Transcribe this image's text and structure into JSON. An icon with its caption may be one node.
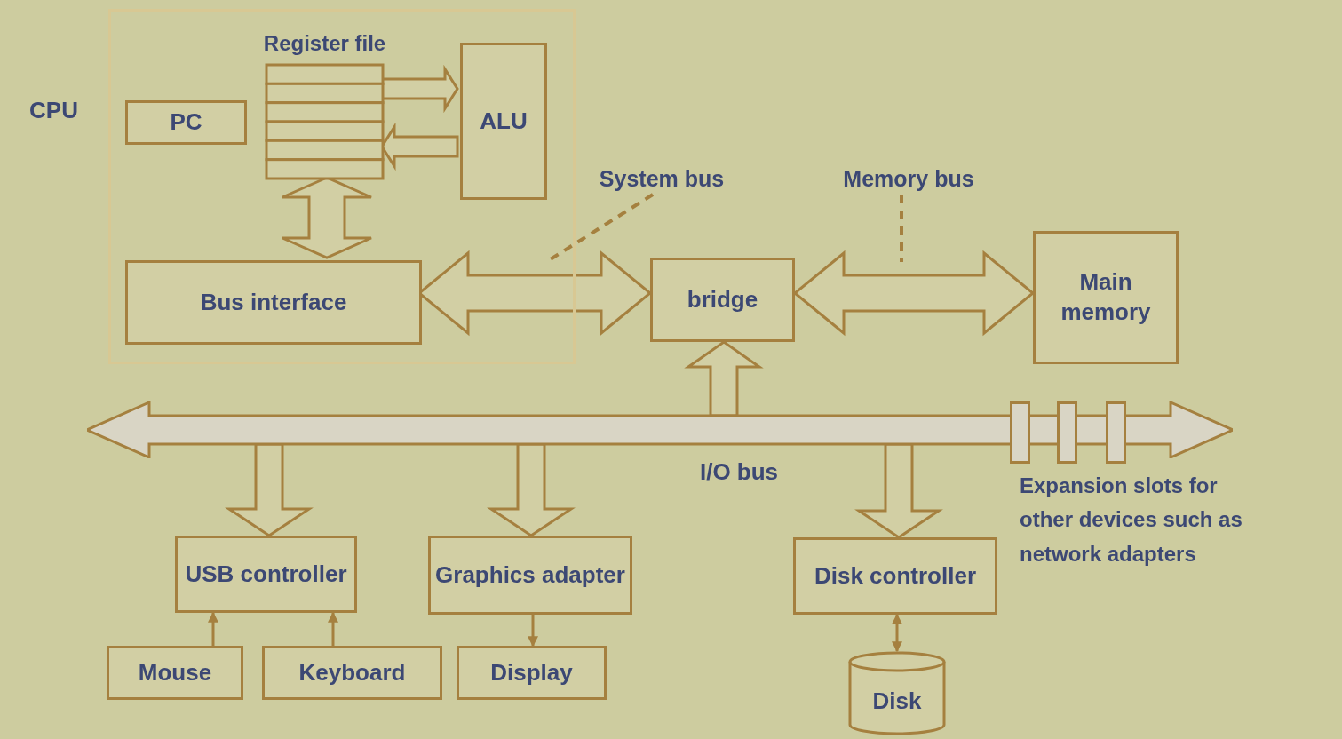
{
  "diagram": {
    "nodes": [
      {
        "text": [],
        "shape": "box",
        "beside": [
          "CPU"
        ]
      },
      {
        "text": [
          "PC"
        ],
        "in": 0
      },
      {
        "text": [
          "Register file"
        ],
        "in": 0
      },
      {
        "text": [
          "ALU"
        ],
        "in": 0
      },
      {
        "text": [
          "Bus interface"
        ],
        "in": 0
      },
      {
        "text": [
          "bridge"
        ]
      },
      {
        "text": [
          "Main memory"
        ]
      },
      {
        "text": [],
        "shape": "bar",
        "beside": [
          "I/O bus"
        ]
      },
      {
        "text": [
          "USB controller"
        ]
      },
      {
        "text": [
          "Graphics adapter"
        ]
      },
      {
        "text": [
          "Disk controller"
        ]
      },
      {
        "text": [
          "Mouse"
        ]
      },
      {
        "text": [
          "Keyboard"
        ]
      },
      {
        "text": [
          "Display"
        ]
      },
      {
        "text": [
          "Disk"
        ]
      },
      {
        "text": [
          "System bus"
        ]
      },
      {
        "text": [
          "Memory bus"
        ]
      },
      {
        "text": [],
        "shape": "box"
      },
      {
        "text": [],
        "shape": "box"
      },
      {
        "text": [],
        "shape": "box"
      }
    ],
    "edges": [
      {
        "from": 2,
        "to": 3,
        "arrow": "to",
        "style": "thick"
      },
      {
        "from": 3,
        "to": 2,
        "arrow": "to",
        "style": "thick"
      },
      {
        "from": 2,
        "to": 4,
        "arrow": "both",
        "style": "thick"
      },
      {
        "from": 4,
        "to": 5,
        "arrow": "both",
        "style": "thick"
      },
      {
        "from": 5,
        "to": 6,
        "arrow": "both",
        "style": "thick"
      },
      {
        "from": 7,
        "to": 5,
        "arrow": "to",
        "style": "thick"
      },
      {
        "from": 7,
        "to": 8,
        "arrow": "to",
        "style": "thick"
      },
      {
        "from": 7,
        "to": 9,
        "arrow": "to",
        "style": "thick"
      },
      {
        "from": 7,
        "to": 10,
        "arrow": "to",
        "style": "thick"
      },
      {
        "from": 11,
        "to": 8,
        "arrow": "to"
      },
      {
        "from": 12,
        "to": 8,
        "arrow": "to"
      },
      {
        "from": 9,
        "to": 13,
        "arrow": "to"
      },
      {
        "from": 10,
        "to": 14,
        "arrow": "both"
      },
      {
        "from": 15,
        "to": null,
        "arrow": "none",
        "style": "dashed"
      },
      {
        "from": 16,
        "to": null,
        "arrow": "none",
        "style": "dashed"
      }
    ],
    "labels": [
      "Expansion slots for other devices such as network adapters"
    ]
  }
}
